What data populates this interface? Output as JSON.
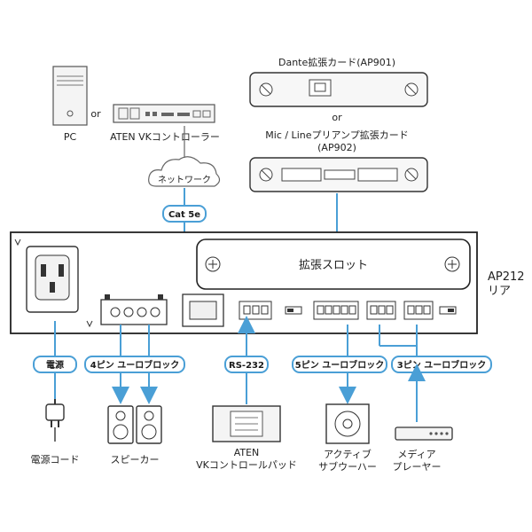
{
  "title": "",
  "devices": {
    "pc": "PC",
    "or_top": "or",
    "aten_vk": "ATEN VKコントローラー",
    "network": "ネットワーク",
    "dante_card": "Dante拡張カード(AP901)",
    "or_mid": "or",
    "mic_card_line1": "Mic / Lineプリアンプ拡張カード",
    "mic_card_line2": "(AP902)",
    "slot": "拡張スロット",
    "ap212_line1": "AP212",
    "ap212_line2": "リア",
    "power_cord": "電源コード",
    "speakers": "スピーカー",
    "vk_pad_line1": "ATEN",
    "vk_pad_line2": "VKコントロールパッド",
    "subwoofer_line1": "アクティブ",
    "subwoofer_line2": "サブウーハー",
    "media_line1": "メディア",
    "media_line2": "プレーヤー"
  },
  "tags": {
    "cat5e": "Cat 5e",
    "power": "電源",
    "pin4": "4ピン ユーロブロック",
    "rs232": "RS-232",
    "pin5": "5ピン ユーロブロック",
    "pin3": "3ピン ユーロブロック"
  },
  "colors": {
    "accent": "#4a9fd6",
    "line": "#333333",
    "tag_border": "#4a9fd6",
    "device_fill": "#f2f2f2"
  }
}
